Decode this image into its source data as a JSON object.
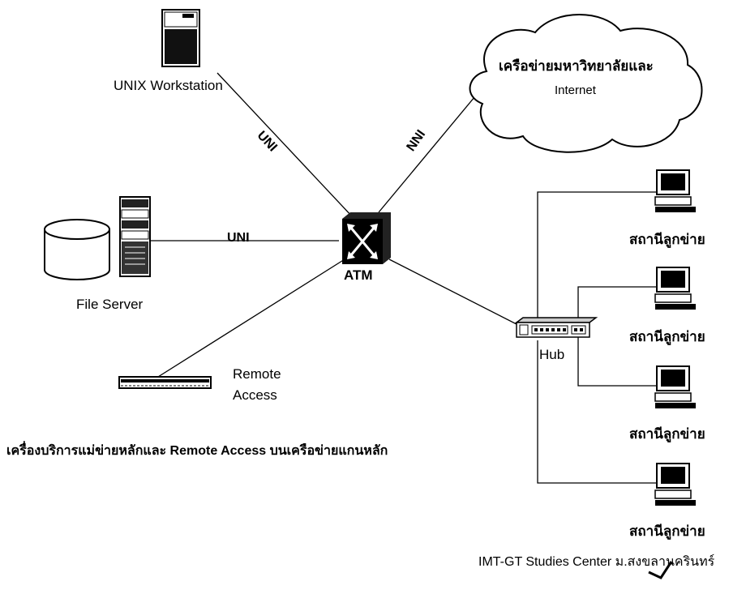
{
  "nodes": {
    "unix": "UNIX Workstation",
    "internet_line1": "เครือข่ายมหาวิทยาลัยและ",
    "internet_line2": "Internet",
    "file_server": "File Server",
    "atm": "ATM",
    "remote_line1": "Remote",
    "remote_line2": "Access",
    "hub": "Hub",
    "client1": "สถานีลูกข่าย",
    "client2": "สถานีลูกข่าย",
    "client3": "สถานีลูกข่าย",
    "client4": "สถานีลูกข่าย"
  },
  "edges": {
    "unix_atm": "UNI",
    "fileserver_atm": "UNI",
    "atm_internet": "NNI"
  },
  "caption": "เครื่องบริการแม่ข่ายหลักและ Remote Access บนเครือข่ายแกนหลัก",
  "credit": "IMT-GT Studies Center ม.สงขลานครินทร์"
}
